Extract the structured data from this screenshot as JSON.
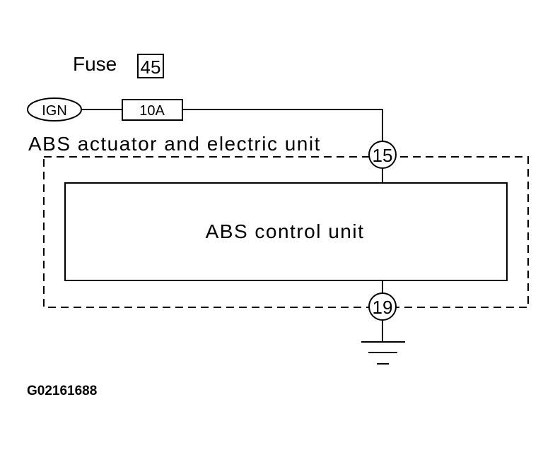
{
  "fuse": {
    "label": "Fuse",
    "number": "45",
    "rating": "10A"
  },
  "power_source": {
    "label": "IGN"
  },
  "actuator_unit": {
    "label": "ABS actuator and electric unit"
  },
  "control_unit": {
    "label": "ABS control unit"
  },
  "terminals": {
    "power": "15",
    "ground": "19"
  },
  "figure_id": "G02161688"
}
